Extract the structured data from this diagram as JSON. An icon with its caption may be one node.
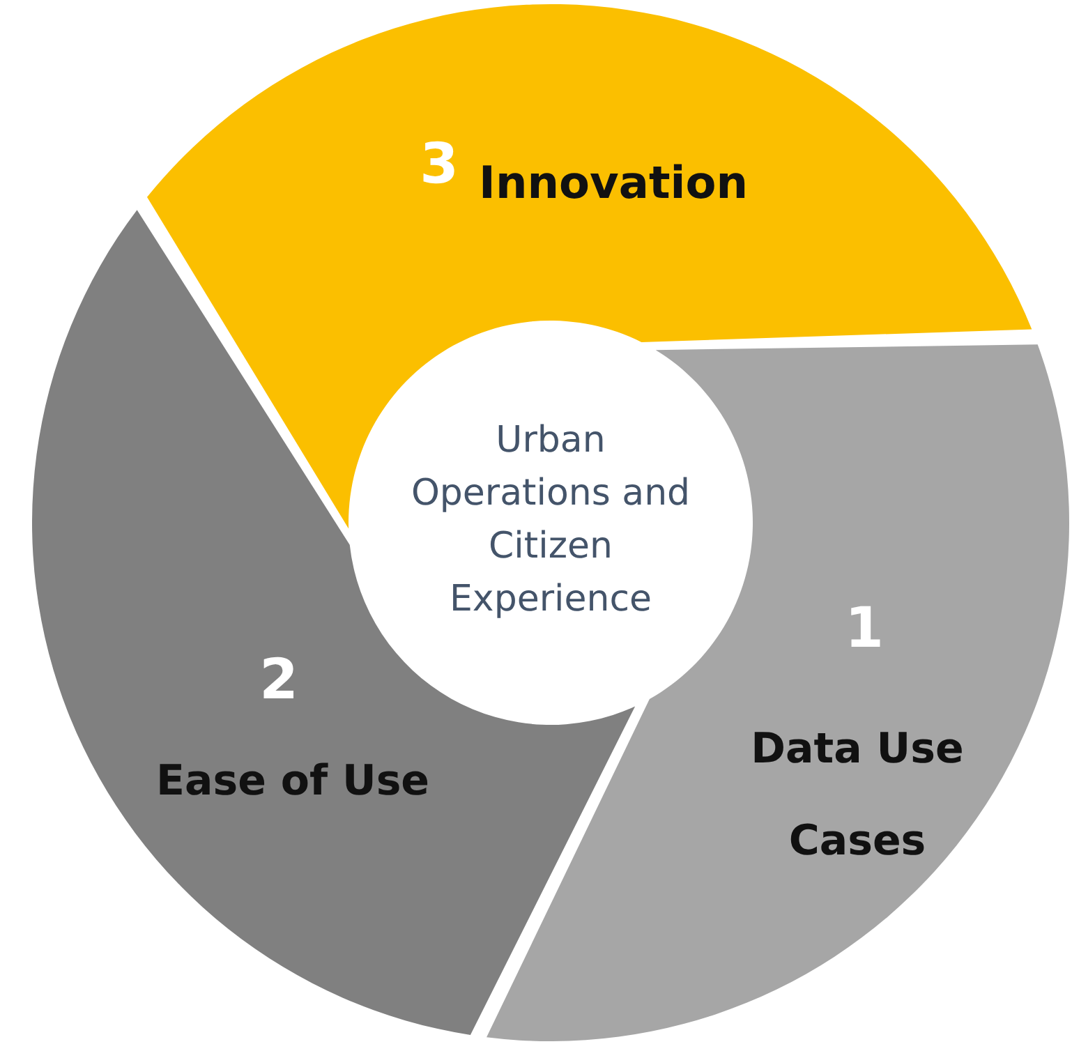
{
  "diagram": {
    "nodes": [
      {
        "text": [
          "3",
          "Innovation"
        ]
      },
      {
        "text": [
          "Urban Operations and Citizen Experience"
        ]
      },
      {
        "text": [
          "1",
          "Data Use Cases"
        ]
      },
      {
        "text": [
          "2",
          "Ease of Use"
        ]
      }
    ]
  }
}
